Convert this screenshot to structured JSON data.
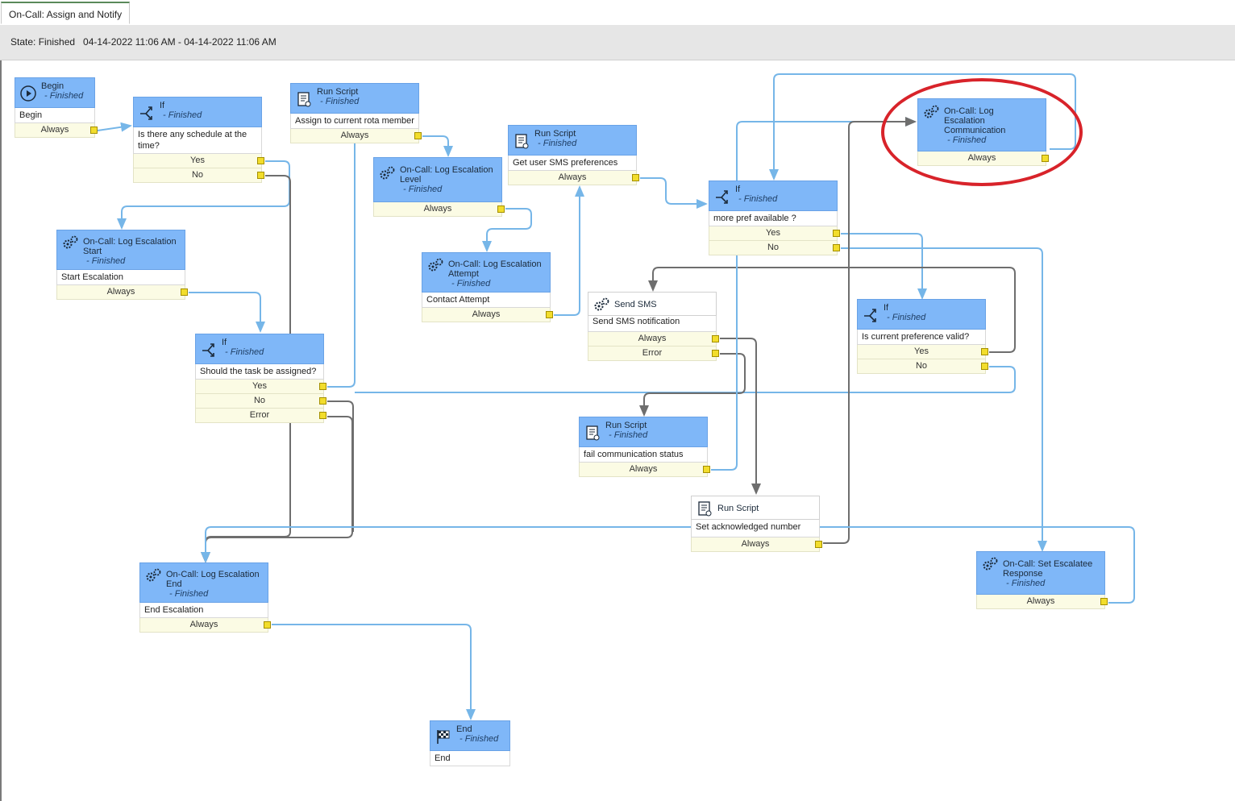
{
  "tab": {
    "title": "On-Call: Assign and Notify"
  },
  "state": {
    "text": "State: Finished   04-14-2022 11:06 AM - 04-14-2022 11:06 AM"
  },
  "nodes": {
    "begin": {
      "title": "Begin",
      "status": "- Finished",
      "desc": "Begin",
      "rows": [
        "Always"
      ]
    },
    "if_schedule": {
      "title": "If",
      "status": "- Finished",
      "desc": "Is there any schedule at the time?",
      "rows": [
        "Yes",
        "No"
      ]
    },
    "run_assign": {
      "title": "Run Script",
      "status": "- Finished",
      "desc": "Assign to current rota member",
      "rows": [
        "Always"
      ]
    },
    "log_level": {
      "title": "On-Call: Log Escalation Level",
      "status": "- Finished",
      "desc": "",
      "rows": [
        "Always"
      ]
    },
    "run_sms_pref": {
      "title": "Run Script",
      "status": "- Finished",
      "desc": "Get user SMS preferences",
      "rows": [
        "Always"
      ]
    },
    "if_more_pref": {
      "title": "If",
      "status": "- Finished",
      "desc": "more pref available ?",
      "rows": [
        "Yes",
        "No"
      ]
    },
    "log_comm": {
      "title": "On-Call: Log Escalation Communication",
      "status": "- Finished",
      "desc": "",
      "rows": [
        "Always"
      ]
    },
    "log_start": {
      "title": "On-Call: Log Escalation Start",
      "status": "- Finished",
      "desc": "Start Escalation",
      "rows": [
        "Always"
      ]
    },
    "log_attempt": {
      "title": "On-Call: Log Escalation Attempt",
      "status": "- Finished",
      "desc": "Contact Attempt",
      "rows": [
        "Always"
      ]
    },
    "send_sms": {
      "title": "Send SMS",
      "status": "",
      "desc": "Send SMS notification",
      "rows": [
        "Always",
        "Error"
      ]
    },
    "if_pref_valid": {
      "title": "If",
      "status": "- Finished",
      "desc": "Is current preference valid?",
      "rows": [
        "Yes",
        "No"
      ]
    },
    "if_assign": {
      "title": "If",
      "status": "- Finished",
      "desc": "Should the task be assigned?",
      "rows": [
        "Yes",
        "No",
        "Error"
      ]
    },
    "run_fail": {
      "title": "Run Script",
      "status": "- Finished",
      "desc": "fail communication status",
      "rows": [
        "Always"
      ]
    },
    "run_ack": {
      "title": "Run Script",
      "status": "",
      "desc": "Set acknowledged number",
      "rows": [
        "Always"
      ]
    },
    "set_resp": {
      "title": "On-Call: Set Escalatee Response",
      "status": "- Finished",
      "desc": "",
      "rows": [
        "Always"
      ]
    },
    "log_end": {
      "title": "On-Call: Log Escalation End",
      "status": "- Finished",
      "desc": "End Escalation",
      "rows": [
        "Always"
      ]
    },
    "end": {
      "title": "End",
      "status": "- Finished",
      "desc": "End",
      "rows": []
    }
  },
  "colors": {
    "active_header": "#7fb7f8",
    "port": "#f2dd2c",
    "row_bg": "#fbfbe4",
    "wire_done": "#76b6e8",
    "wire_idle": "#6e6e6e",
    "highlight": "#d8232a"
  },
  "icons": {
    "begin": "play-icon",
    "if": "branch-icon",
    "script": "script-icon",
    "activity": "gears-icon",
    "end": "checkered-flag-icon"
  }
}
